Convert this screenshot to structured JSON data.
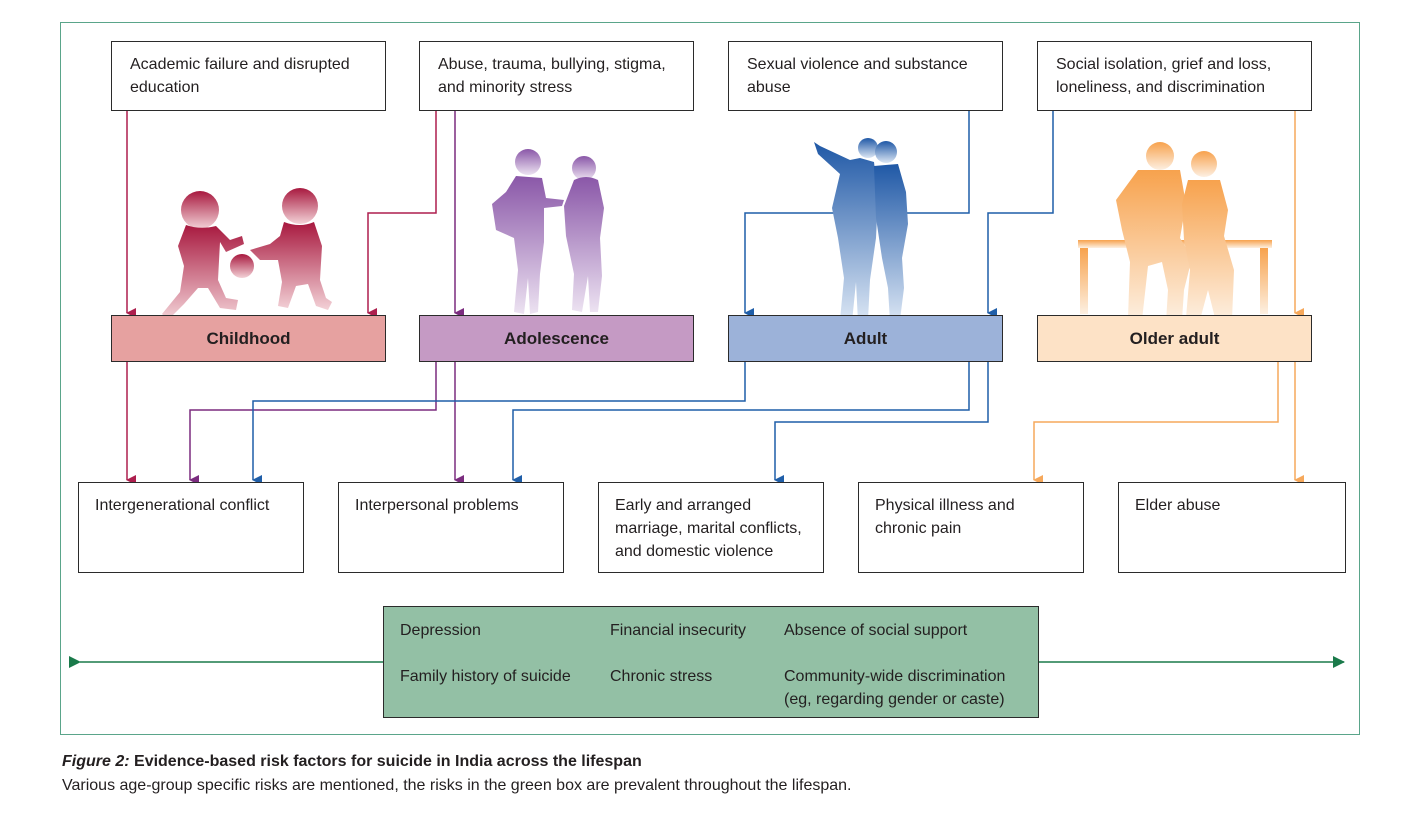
{
  "risk_boxes": {
    "childhood": "Academic failure and disrupted education",
    "adolescence": "Abuse, trauma, bullying, stigma, and minority stress",
    "adult": "Sexual violence and substance abuse",
    "older_adult": "Social isolation, grief and loss, loneliness, and discrimination"
  },
  "stages": {
    "childhood": "Childhood",
    "adolescence": "Adolescence",
    "adult": "Adult",
    "older_adult": "Older adult"
  },
  "outcomes": {
    "intergenerational": "Intergenerational conflict",
    "interpersonal": "Interpersonal problems",
    "marriage": "Early and arranged marriage, marital conflicts, and domestic violence",
    "illness": "Physical illness and chronic pain",
    "elder_abuse": "Elder abuse"
  },
  "lifespan_risks": {
    "depression": "Depression",
    "financial": "Financial insecurity",
    "social_support": "Absence of social support",
    "family_history": "Family history of suicide",
    "stress": "Chronic stress",
    "discrimination_1": "Community-wide discrimination",
    "discrimination_2": "(eg, regarding gender or caste)"
  },
  "caption": {
    "label": "Figure 2:",
    "title": "Evidence-based risk factors for suicide in India across the lifespan",
    "text": "Various age-group specific risks are mentioned, the risks in the green box are prevalent throughout the lifespan."
  },
  "colors": {
    "childhood": "#ad1f4e",
    "adolescence": "#7b2c7f",
    "adult": "#1f5ea8",
    "older_adult": "#f6a85b",
    "lifespan": "#1a7a4a",
    "frame": "#5aa58a"
  }
}
